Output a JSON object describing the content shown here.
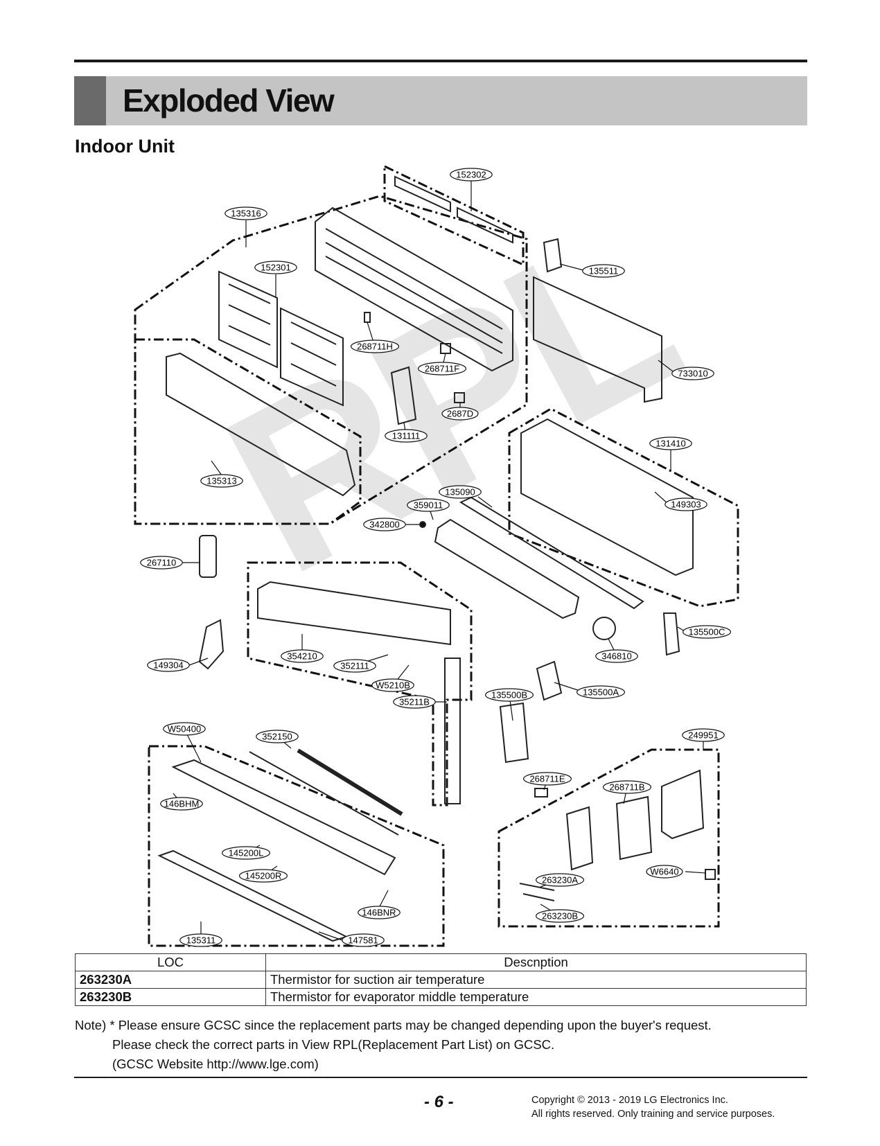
{
  "header": {
    "title": "Exploded View",
    "subtitle": "Indoor Unit"
  },
  "watermark": "RPL",
  "parts": [
    {
      "id": "152302"
    },
    {
      "id": "135316"
    },
    {
      "id": "152301"
    },
    {
      "id": "135511"
    },
    {
      "id": "268711H"
    },
    {
      "id": "268711F"
    },
    {
      "id": "733010"
    },
    {
      "id": "2687D"
    },
    {
      "id": "131111"
    },
    {
      "id": "131410"
    },
    {
      "id": "135313"
    },
    {
      "id": "135090"
    },
    {
      "id": "149303"
    },
    {
      "id": "359011"
    },
    {
      "id": "342800"
    },
    {
      "id": "267110"
    },
    {
      "id": "135500C"
    },
    {
      "id": "354210"
    },
    {
      "id": "346810"
    },
    {
      "id": "149304"
    },
    {
      "id": "352111"
    },
    {
      "id": "W5210B"
    },
    {
      "id": "135500A"
    },
    {
      "id": "35211B"
    },
    {
      "id": "135500B"
    },
    {
      "id": "W50400"
    },
    {
      "id": "352150"
    },
    {
      "id": "249951"
    },
    {
      "id": "268711E"
    },
    {
      "id": "268711B"
    },
    {
      "id": "146BHM"
    },
    {
      "id": "145200L"
    },
    {
      "id": "145200R"
    },
    {
      "id": "W6640"
    },
    {
      "id": "263230A"
    },
    {
      "id": "146BNR"
    },
    {
      "id": "263230B"
    },
    {
      "id": "147581"
    },
    {
      "id": "135311"
    }
  ],
  "table": {
    "headers": [
      "LOC",
      "Descnption"
    ],
    "rows": [
      {
        "loc": "263230A",
        "desc": "Thermistor for suction air temperature"
      },
      {
        "loc": "263230B",
        "desc": "Thermistor for evaporator middle temperature"
      }
    ]
  },
  "note": {
    "line1": "Note) * Please ensure GCSC since the replacement parts may be changed depending upon the buyer's request.",
    "line2": "Please check  the correct parts in View RPL(Replacement Part List) on GCSC.",
    "line3": "(GCSC Website  http://www.lge.com)"
  },
  "footer": {
    "page": "- 6 -",
    "copyright1": "Copyright © 2013 - 2019 LG Electronics Inc.",
    "copyright2": "All rights reserved. Only training and service purposes."
  }
}
